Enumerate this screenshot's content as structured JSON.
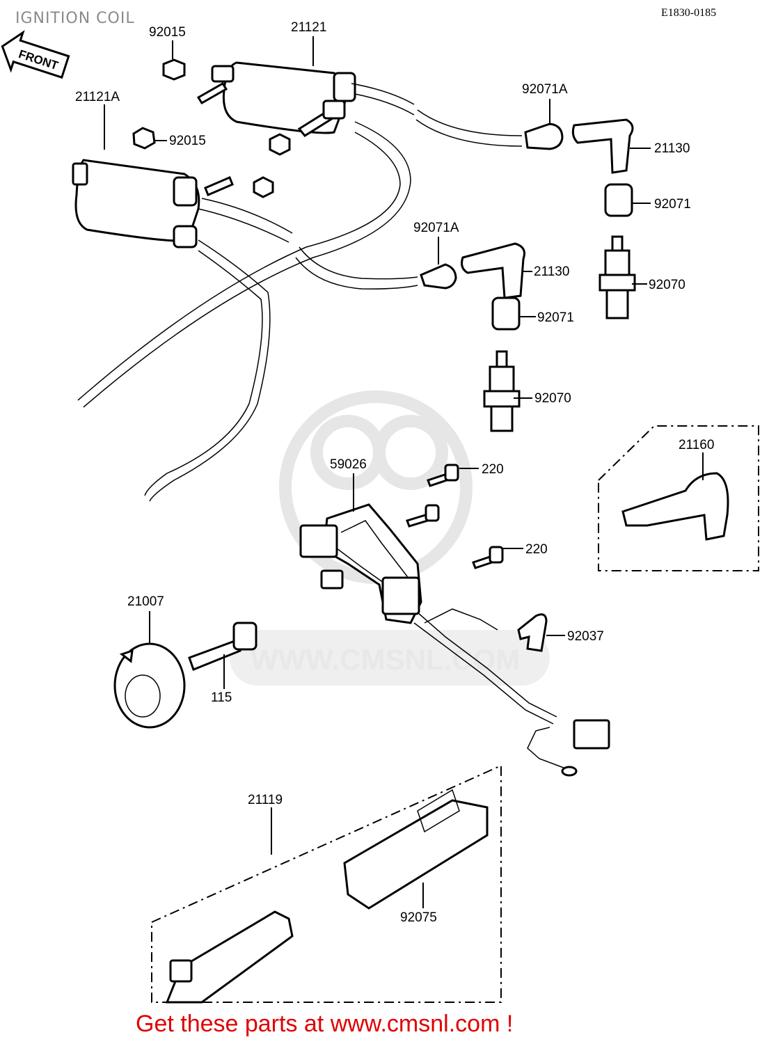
{
  "title": "IGNITION COIL",
  "diagram_code": "E1830-0185",
  "front_label": "FRONT",
  "watermark": "WWW.CMSNL.COM",
  "footer": "Get these parts at www.cmsnl.com !",
  "parts": {
    "p92015_top": "92015",
    "p21121": "21121",
    "p21121a": "21121A",
    "p92015_mid": "92015",
    "p92071a_top": "92071A",
    "p21130_top": "21130",
    "p92071_top": "92071",
    "p92070_top": "92070",
    "p92071a_mid": "92071A",
    "p21130_mid": "21130",
    "p92071_mid": "92071",
    "p92070_mid": "92070",
    "p21160": "21160",
    "p59026": "59026",
    "p220_top": "220",
    "p220_mid": "220",
    "p92037": "92037",
    "p21007": "21007",
    "p115": "115",
    "p21119": "21119",
    "p92075": "92075"
  }
}
